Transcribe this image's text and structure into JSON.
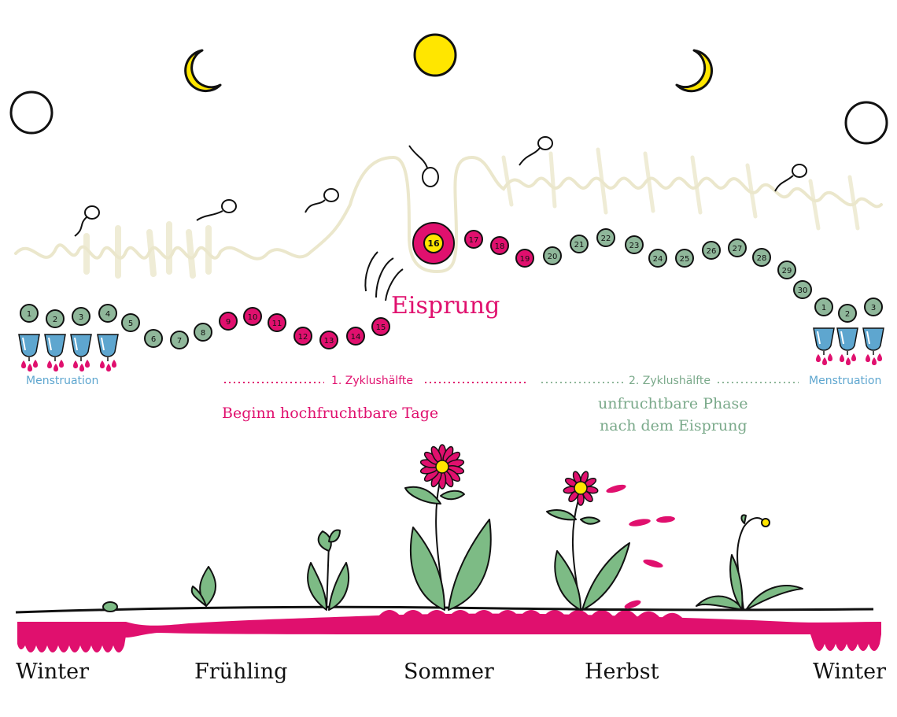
{
  "colors": {
    "pink": "#e0106e",
    "green_day": "#8fb79a",
    "green_text": "#7aa98a",
    "blue": "#5ea6cf",
    "moon_yellow": "#ffe600",
    "wave": "#ebe7cc",
    "leaf": "#7dbb85",
    "ground": "#111111"
  },
  "cycle": {
    "days": [
      {
        "n": "1",
        "phase": "green"
      },
      {
        "n": "2",
        "phase": "green"
      },
      {
        "n": "3",
        "phase": "green"
      },
      {
        "n": "4",
        "phase": "green"
      },
      {
        "n": "5",
        "phase": "green"
      },
      {
        "n": "6",
        "phase": "green"
      },
      {
        "n": "7",
        "phase": "green"
      },
      {
        "n": "8",
        "phase": "green"
      },
      {
        "n": "9",
        "phase": "pink"
      },
      {
        "n": "10",
        "phase": "pink"
      },
      {
        "n": "11",
        "phase": "pink"
      },
      {
        "n": "12",
        "phase": "pink"
      },
      {
        "n": "13",
        "phase": "pink"
      },
      {
        "n": "14",
        "phase": "pink"
      },
      {
        "n": "15",
        "phase": "pink"
      },
      {
        "n": "16",
        "phase": "ovulation"
      },
      {
        "n": "17",
        "phase": "pink"
      },
      {
        "n": "18",
        "phase": "pink"
      },
      {
        "n": "19",
        "phase": "pink"
      },
      {
        "n": "20",
        "phase": "green"
      },
      {
        "n": "21",
        "phase": "green"
      },
      {
        "n": "22",
        "phase": "green"
      },
      {
        "n": "23",
        "phase": "green"
      },
      {
        "n": "24",
        "phase": "green"
      },
      {
        "n": "25",
        "phase": "green"
      },
      {
        "n": "26",
        "phase": "green"
      },
      {
        "n": "27",
        "phase": "green"
      },
      {
        "n": "28",
        "phase": "green"
      },
      {
        "n": "29",
        "phase": "green"
      },
      {
        "n": "30",
        "phase": "green"
      },
      {
        "n": "1",
        "phase": "green"
      },
      {
        "n": "2",
        "phase": "green"
      },
      {
        "n": "3",
        "phase": "green"
      }
    ],
    "menstruation_day_count_start": 4,
    "menstruation_day_count_end": 3
  },
  "labels": {
    "eisprung": "Eisprung",
    "menstruation_left": "Menstruation",
    "menstruation_right": "Menstruation",
    "first_half": "1. Zyklushälfte",
    "second_half": "2. Zyklushälfte",
    "fertile": "Beginn hochfruchtbare Tage",
    "infertile_line1": "unfruchtbare Phase",
    "infertile_line2": "nach dem Eisprung"
  },
  "seasons": [
    "Winter",
    "Frühling",
    "Sommer",
    "Herbst",
    "Winter"
  ],
  "moons": [
    "new-moon",
    "waxing-crescent",
    "full-moon",
    "waning-crescent",
    "new-moon"
  ],
  "icons": [
    "menstrual-cup-icon",
    "blood-drop-icon",
    "sperm-icon",
    "flower-icon",
    "leaf-icon",
    "petal-icon"
  ]
}
